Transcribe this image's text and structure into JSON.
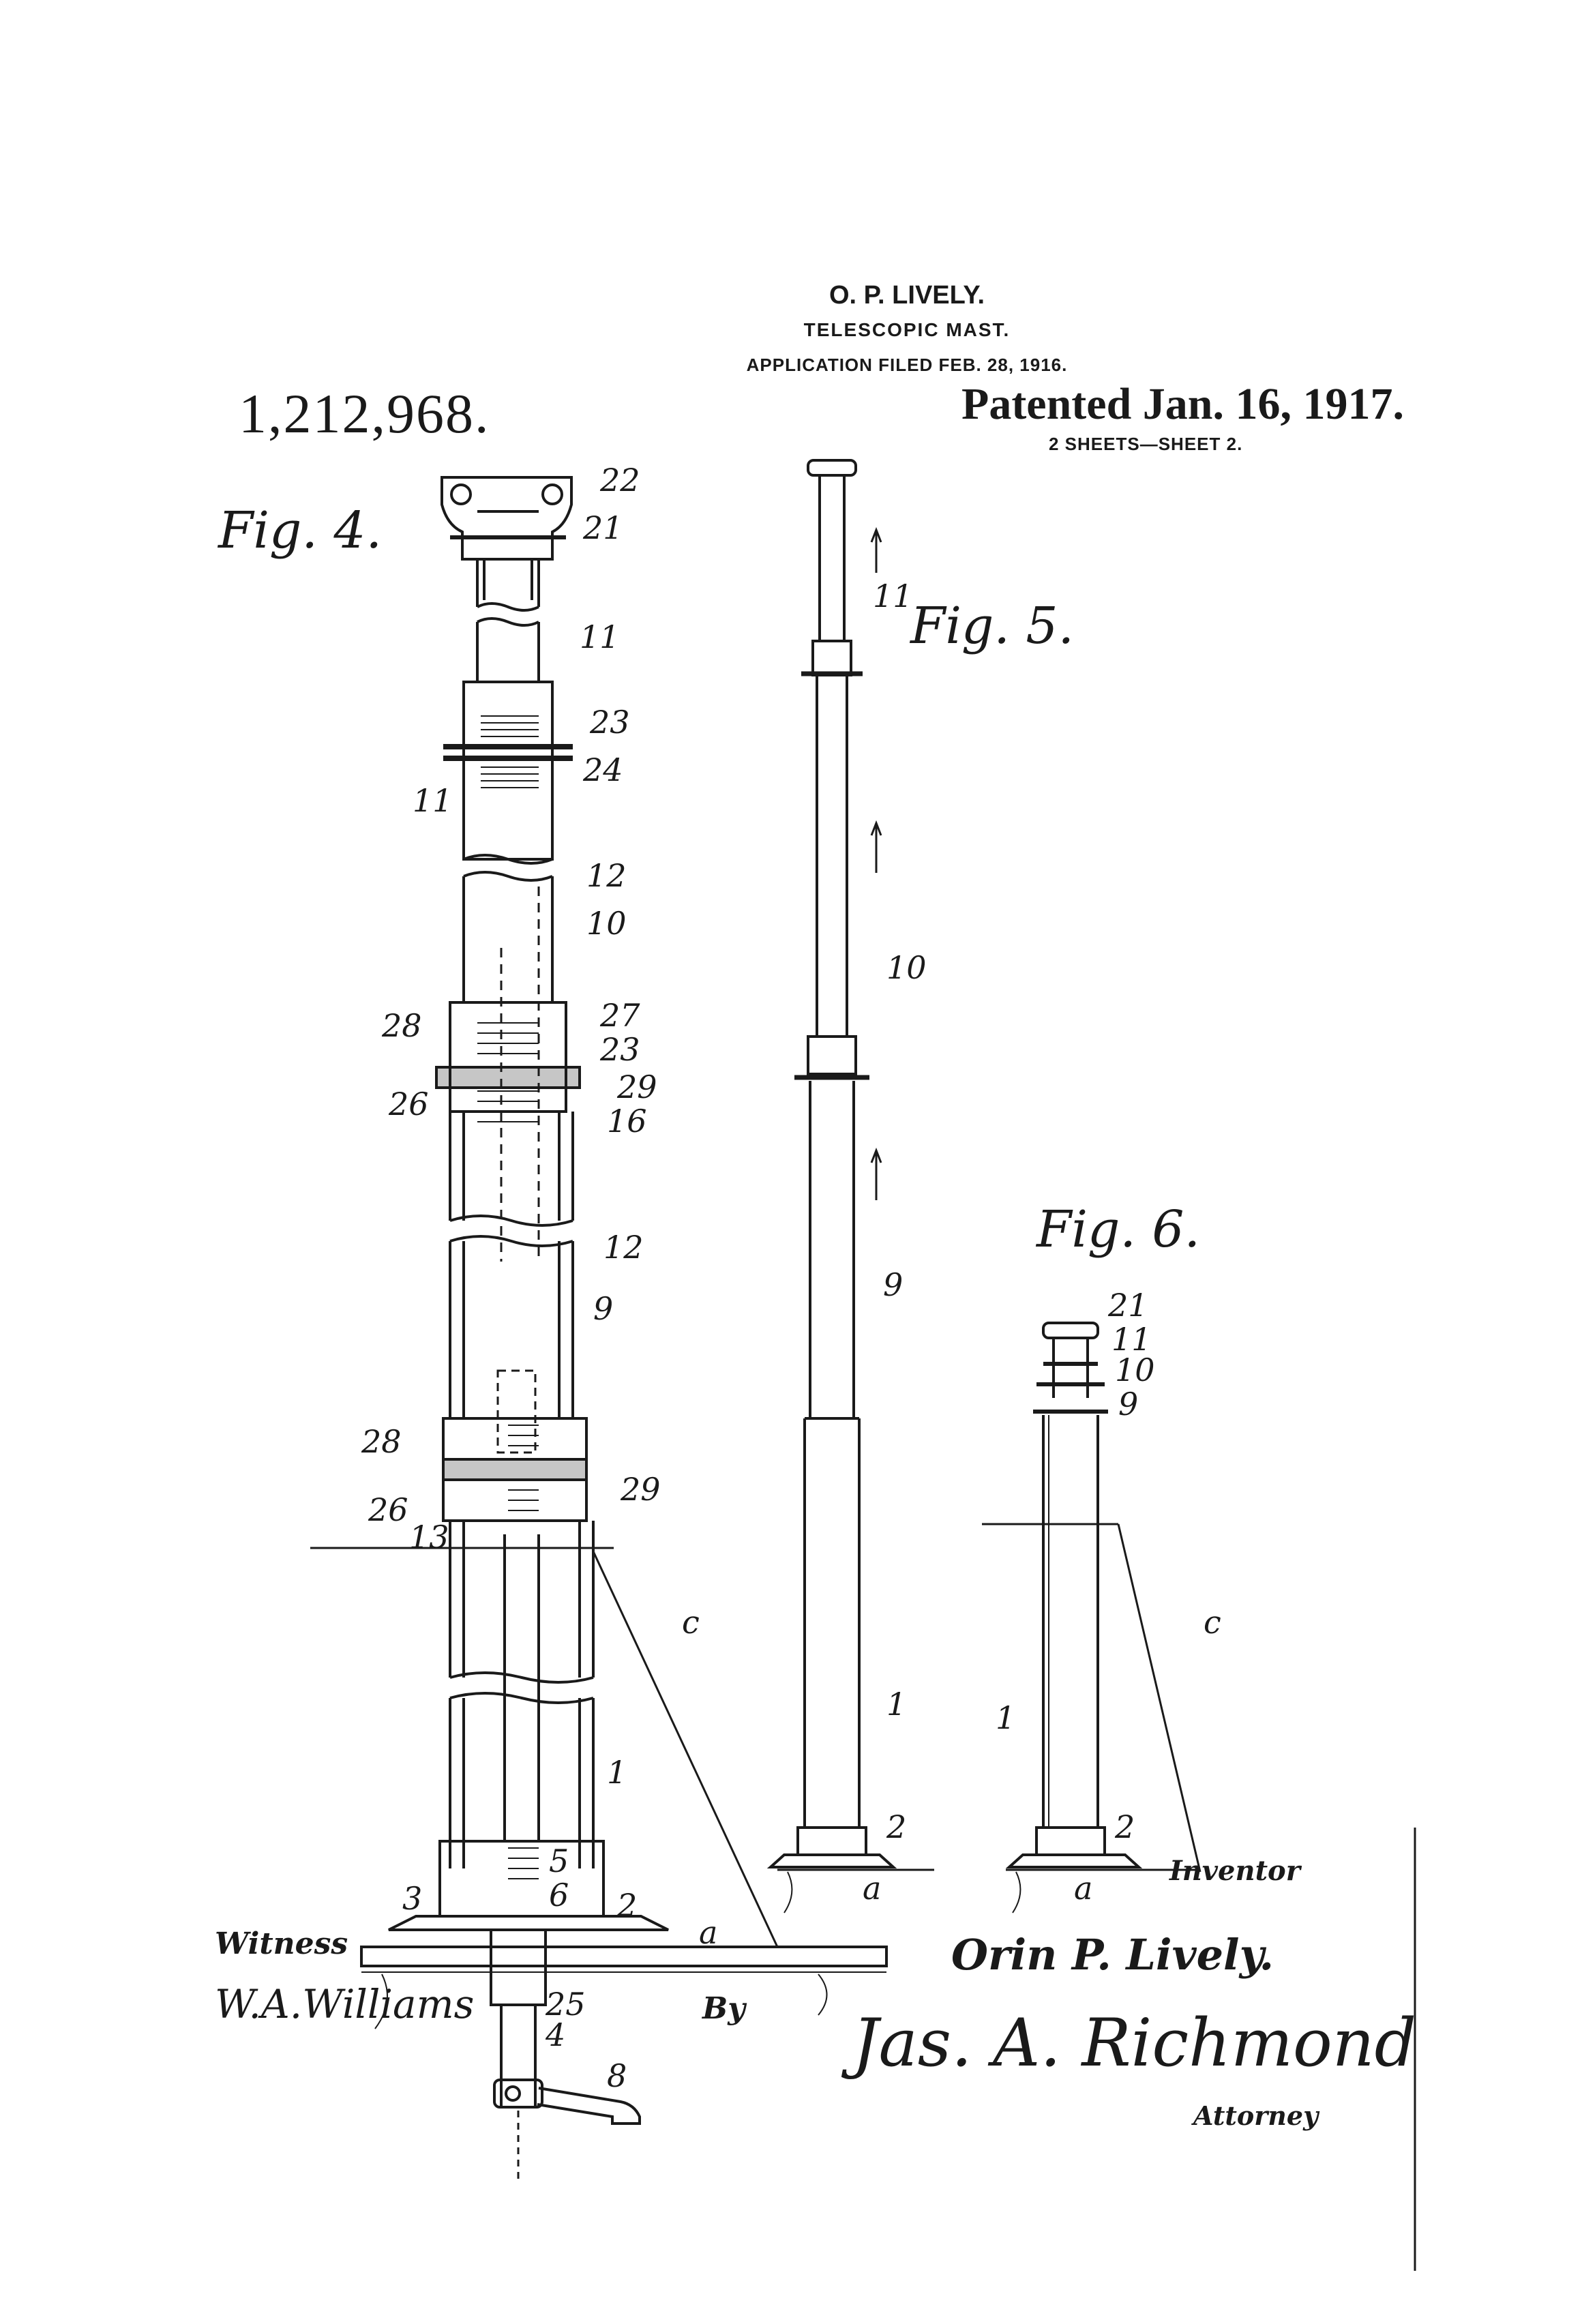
{
  "header": {
    "inventor": "O. P. LIVELY.",
    "title": "TELESCOPIC MAST.",
    "application": "APPLICATION FILED FEB. 28, 1916.",
    "patent_number": "1,212,968.",
    "patented": "Patented Jan. 16, 1917.",
    "sheets": "2 SHEETS—SHEET 2."
  },
  "figures": {
    "fig4": {
      "label": "Fig. 4.",
      "refs": [
        "22",
        "21",
        "11",
        "23",
        "24",
        "11",
        "12",
        "10",
        "28",
        "27",
        "23",
        "26",
        "29",
        "16",
        "12",
        "9",
        "28",
        "26",
        "29",
        "13",
        "c",
        "1",
        "5",
        "6",
        "3",
        "2",
        "a",
        "25",
        "4",
        "8"
      ]
    },
    "fig5": {
      "label": "Fig. 5.",
      "refs": [
        "11",
        "10",
        "9",
        "1",
        "2",
        "a"
      ]
    },
    "fig6": {
      "label": "Fig. 6.",
      "refs": [
        "21",
        "11",
        "10",
        "9",
        "c",
        "1",
        "2",
        "a"
      ]
    }
  },
  "signatures": {
    "witness_label": "Witness",
    "witness_name": "W.A.Williams",
    "inventor_label": "Inventor",
    "inventor_name": "Orin P. Lively.",
    "by_label": "By",
    "attorney_name": "Jas. A. Richmond",
    "attorney_label": "Attorney"
  }
}
